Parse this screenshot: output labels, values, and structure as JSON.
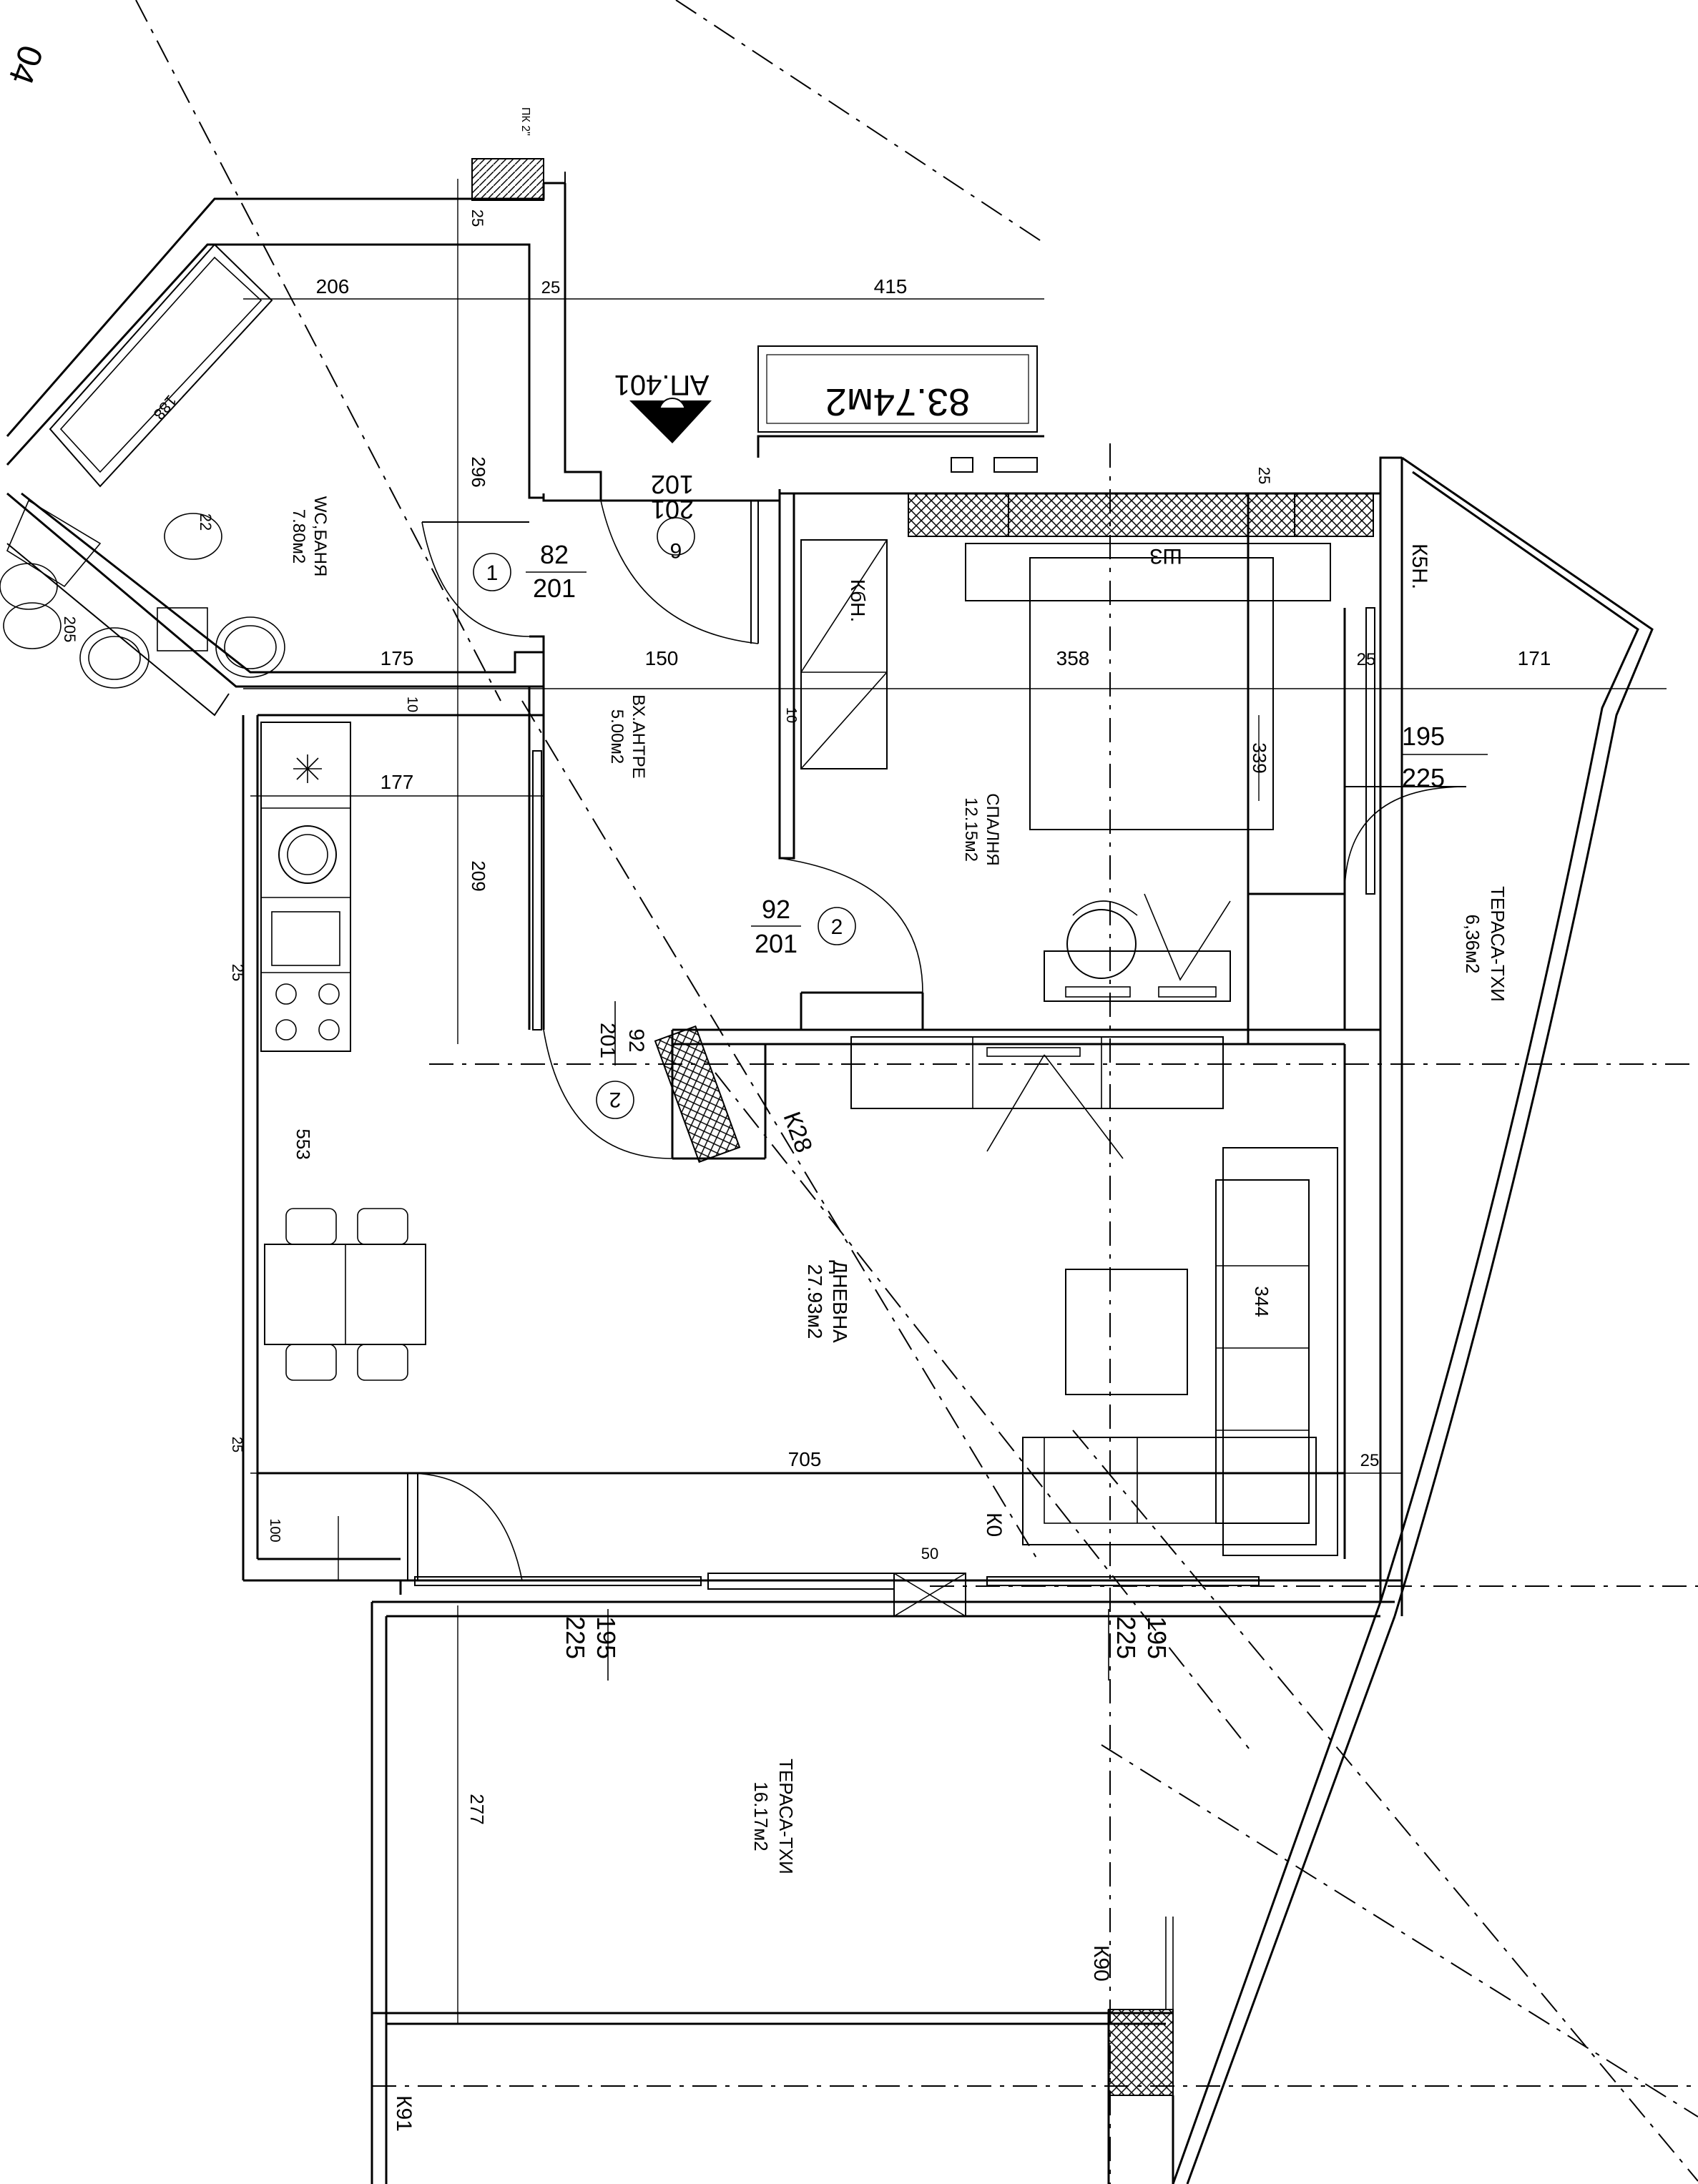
{
  "apartment": {
    "label": "АП.401",
    "area": "83.74м2"
  },
  "rooms": {
    "bathroom": {
      "name": "WC,БАНЯ",
      "area": "7.80м2"
    },
    "entrance": {
      "name": "ВХ.АНТРЕ",
      "area": "5.00м2"
    },
    "bedroom": {
      "name": "СПАЛНЯ",
      "area": "12.15м2"
    },
    "living": {
      "name": "ДНЕВНА",
      "area": "27.93м2"
    },
    "terrace_right": {
      "name": "ТЕРАСА-ТХИ",
      "area": "6,36м2"
    },
    "terrace_bottom": {
      "name": "ТЕРАСА-ТХИ",
      "area": "16.17м2"
    }
  },
  "furniture": {
    "wardrobe_top": "ШЗ",
    "wardrobe_side": "КбН."
  },
  "doors": {
    "d6": {
      "num": "6",
      "w": "102",
      "h": "201"
    },
    "d1": {
      "num": "1",
      "w": "82",
      "h": "201"
    },
    "d2a": {
      "num": "2",
      "w": "92",
      "h": "201"
    },
    "d2b": {
      "num": "2",
      "w": "92",
      "h": "201"
    }
  },
  "windows": {
    "w_right": {
      "w": "195",
      "h": "225"
    },
    "w_bottom1": {
      "w": "195",
      "h": "225"
    },
    "w_bottom2": {
      "w": "195",
      "h": "225"
    }
  },
  "labels": {
    "k28": "К28",
    "k5n": "К5Н.",
    "k90": "К90",
    "k91": "К91",
    "k0": "К0",
    "pk": "ПК 2\"",
    "corner": "04",
    "w50": "50"
  },
  "dims": {
    "d206": "206",
    "d25a": "25",
    "d415": "415",
    "d296": "296",
    "d25b": "25",
    "d175": "175",
    "d150": "150",
    "d358": "358",
    "d25c": "25",
    "d171": "171",
    "d10a": "10",
    "d10b": "10",
    "d177": "177",
    "d209": "209",
    "d339": "339",
    "d25d": "25",
    "d553": "553",
    "d344": "344",
    "d705": "705",
    "d25e": "25",
    "d100": "100",
    "d277": "277",
    "d25f": "25",
    "d205": "205",
    "d22": "22",
    "d188": "188",
    "d25g": "25"
  }
}
